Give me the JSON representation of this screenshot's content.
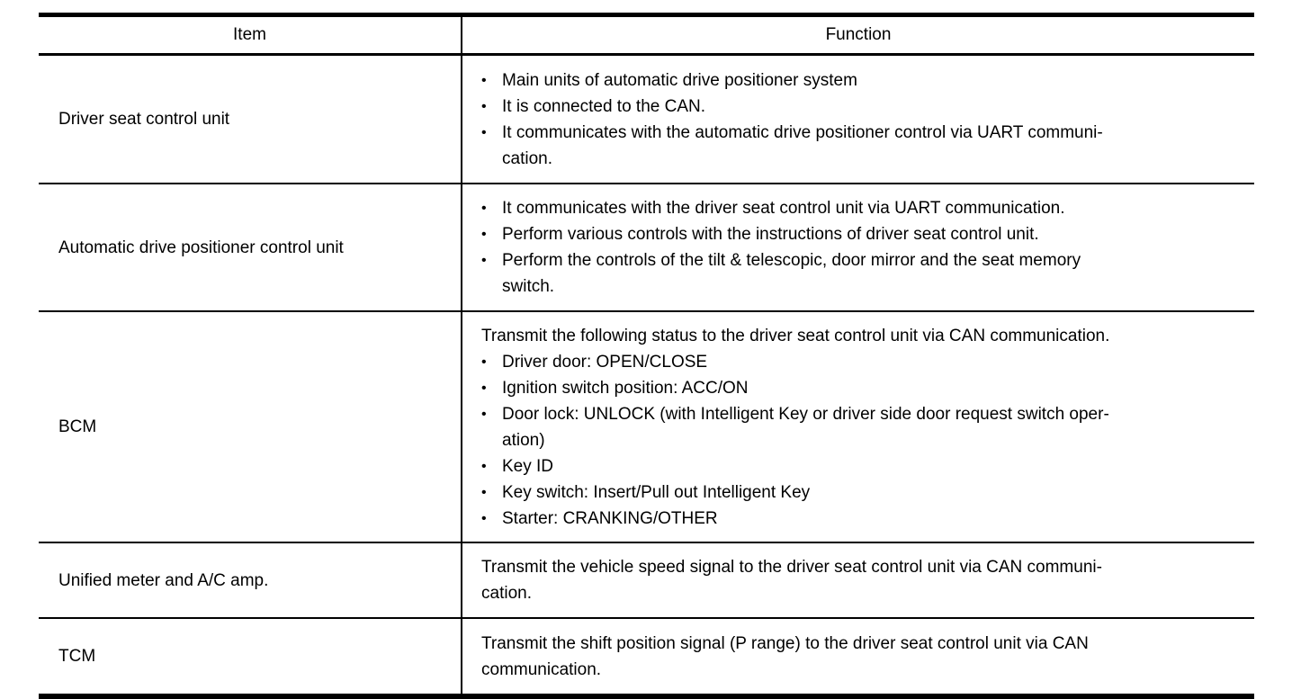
{
  "bullet_glyph": "•",
  "table": {
    "header": {
      "item": "Item",
      "function": "Function"
    },
    "rows": [
      {
        "item": "Driver seat control unit",
        "bullets": [
          "Main units of automatic drive positioner system",
          "It is connected to the CAN.",
          "It communicates with the automatic drive positioner control via UART communi-\ncation."
        ]
      },
      {
        "item": "Automatic drive positioner control unit",
        "bullets": [
          "It communicates with the driver seat control unit via UART communication.",
          "Perform various controls with the instructions of driver seat control unit.",
          "Perform the controls of the tilt & telescopic, door mirror and the seat memory\nswitch."
        ]
      },
      {
        "item": "BCM",
        "intro": "Transmit the following status to the driver seat control unit via CAN communication.",
        "bullets": [
          "Driver door: OPEN/CLOSE",
          "Ignition switch position: ACC/ON",
          "Door lock: UNLOCK (with Intelligent Key or driver side door request switch oper-\nation)",
          "Key ID",
          "Key switch: Insert/Pull out Intelligent Key",
          "Starter: CRANKING/OTHER"
        ]
      },
      {
        "item": "Unified meter and A/C amp.",
        "text": "Transmit the vehicle speed signal to the driver seat control unit via CAN communi-\ncation."
      },
      {
        "item": "TCM",
        "text": "Transmit the shift position signal (P range) to the driver seat control unit via CAN\ncommunication."
      }
    ]
  }
}
